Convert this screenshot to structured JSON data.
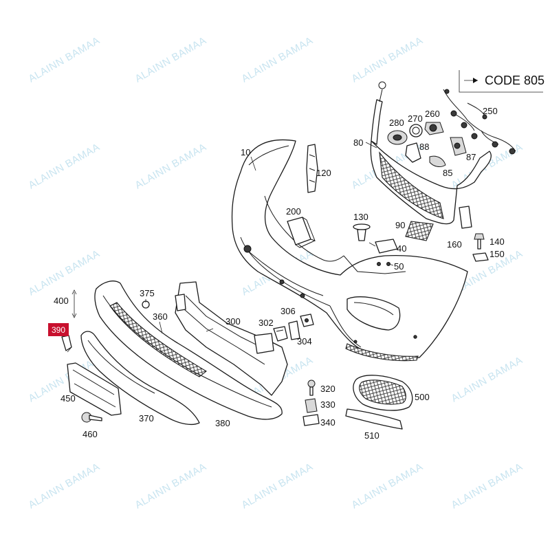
{
  "watermark": "ALAINN BAMAA",
  "code_box": {
    "label": "CODE 805"
  },
  "highlight": {
    "label": "390",
    "color": "#c8102e"
  },
  "labels": {
    "p10": "10",
    "p80": "80",
    "p85": "85",
    "p87": "87",
    "p88": "88",
    "p90": "90",
    "p120": "120",
    "p130": "130",
    "p140": "140",
    "p150": "150",
    "p160": "160",
    "p200": "200",
    "p250": "250",
    "p260": "260",
    "p270": "270",
    "p280": "280",
    "p300": "300",
    "p302": "302",
    "p304": "304",
    "p306": "306",
    "p320": "320",
    "p330": "330",
    "p340": "340",
    "p360": "360",
    "p370": "370",
    "p375": "375",
    "p380": "380",
    "p400": "400",
    "p450": "450",
    "p460": "460",
    "p500": "500",
    "p510": "510",
    "p40": "40",
    "p50": "50"
  }
}
